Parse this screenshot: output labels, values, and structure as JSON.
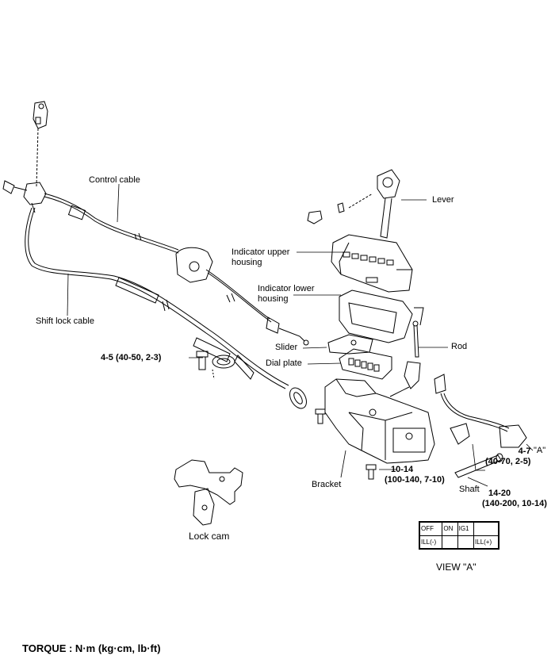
{
  "labels": {
    "control_cable": "Control cable",
    "shift_lock_cable": "Shift lock cable",
    "lever": "Lever",
    "indicator_upper": [
      "Indicator upper",
      "housing"
    ],
    "indicator_lower": [
      "Indicator lower",
      "housing"
    ],
    "slider": "Slider",
    "rod": "Rod",
    "dial_plate": "Dial plate",
    "bracket": "Bracket",
    "shaft": "Shaft",
    "lock_cam": "Lock cam",
    "view_a_marker": "\"A\"",
    "view_a_title": "VIEW \"A\""
  },
  "torques": {
    "t1": "4-5 (40-50, 2-3)",
    "t2": [
      "4-7",
      "(40-70, 2-5)"
    ],
    "t3": [
      "10-14",
      "(100-140, 7-10)"
    ],
    "t4": [
      "14-20",
      "(140-200, 10-14)"
    ]
  },
  "connector": {
    "row1": [
      "OFF",
      "ON",
      "IG1",
      ""
    ],
    "row2": [
      "ILL(-)",
      "",
      "",
      "ILL(+)"
    ]
  },
  "footer": {
    "torque_unit": "TORQUE : N·m (kg·cm, lb·ft)"
  }
}
